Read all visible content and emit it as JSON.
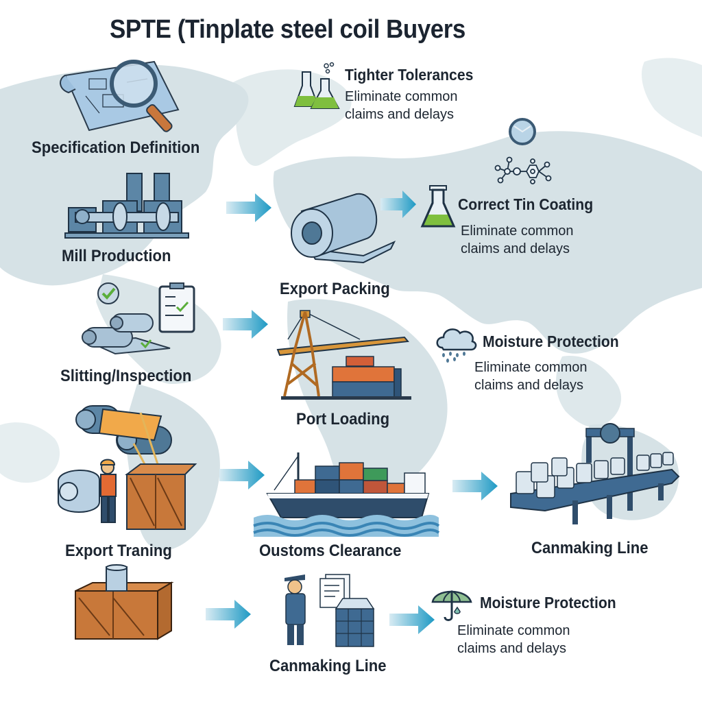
{
  "title": "SPTE (Tinplate steel coil Buyers",
  "colors": {
    "background": "#ffffff",
    "map_land": "#d6e2e6",
    "arrow_start": "#d8ebf3",
    "arrow_end": "#1f9ac4",
    "text": "#1c2530",
    "steel_blue": "#4f7896",
    "container_orange": "#e0743a",
    "wood": "#c8783a",
    "liquid_green": "#7fbf3f"
  },
  "steps": [
    {
      "id": "specification-definition",
      "label": "Specification Definition",
      "icon": "blueprint-magnifier-icon"
    },
    {
      "id": "mill-production",
      "label": "Mill Production",
      "icon": "rolling-mill-icon"
    },
    {
      "id": "slitting-inspection",
      "label": "Slitting/Inspection",
      "icon": "coil-checklist-icon"
    },
    {
      "id": "export-traning",
      "label": "Export Traning",
      "icon": "worker-crate-coils-icon"
    },
    {
      "id": "crate-can",
      "label": "",
      "icon": "crate-can-icon"
    },
    {
      "id": "export-packing",
      "label": "Export Packing",
      "icon": "steel-coil-icon"
    },
    {
      "id": "port-loading",
      "label": "Port Loading",
      "icon": "port-crane-icon"
    },
    {
      "id": "oustoms-clearance",
      "label": "Oustoms Clearance",
      "icon": "cargo-ship-icon"
    },
    {
      "id": "canmaking-line-bottom",
      "label": "Canmaking Line",
      "icon": "customs-officer-icon"
    },
    {
      "id": "canmaking-line-right",
      "label": "Canmaking Line",
      "icon": "can-conveyor-icon"
    }
  ],
  "callouts": [
    {
      "id": "tighter-tolerances",
      "title": "Tighter Tolerances",
      "desc_line1": "Eliminate common",
      "desc_line2": "claims and delays",
      "icon": "flasks-icon"
    },
    {
      "id": "correct-tin-coating",
      "title": "Correct Tin Coating",
      "desc_line1": "Eliminate common",
      "desc_line2": "claims and delays",
      "icon": "flask-icon"
    },
    {
      "id": "moisture-protection-1",
      "title": "Moisture Protection",
      "desc_line1": "Eliminate common",
      "desc_line2": "claims and delays",
      "icon": "rain-cloud-icon"
    },
    {
      "id": "moisture-protection-2",
      "title": "Moisture Protection",
      "desc_line1": "Eliminate common",
      "desc_line2": "claims and delays",
      "icon": "umbrella-icon"
    }
  ],
  "decorations": [
    "tin-disc-icon",
    "molecule-icon"
  ],
  "arrows": 7
}
